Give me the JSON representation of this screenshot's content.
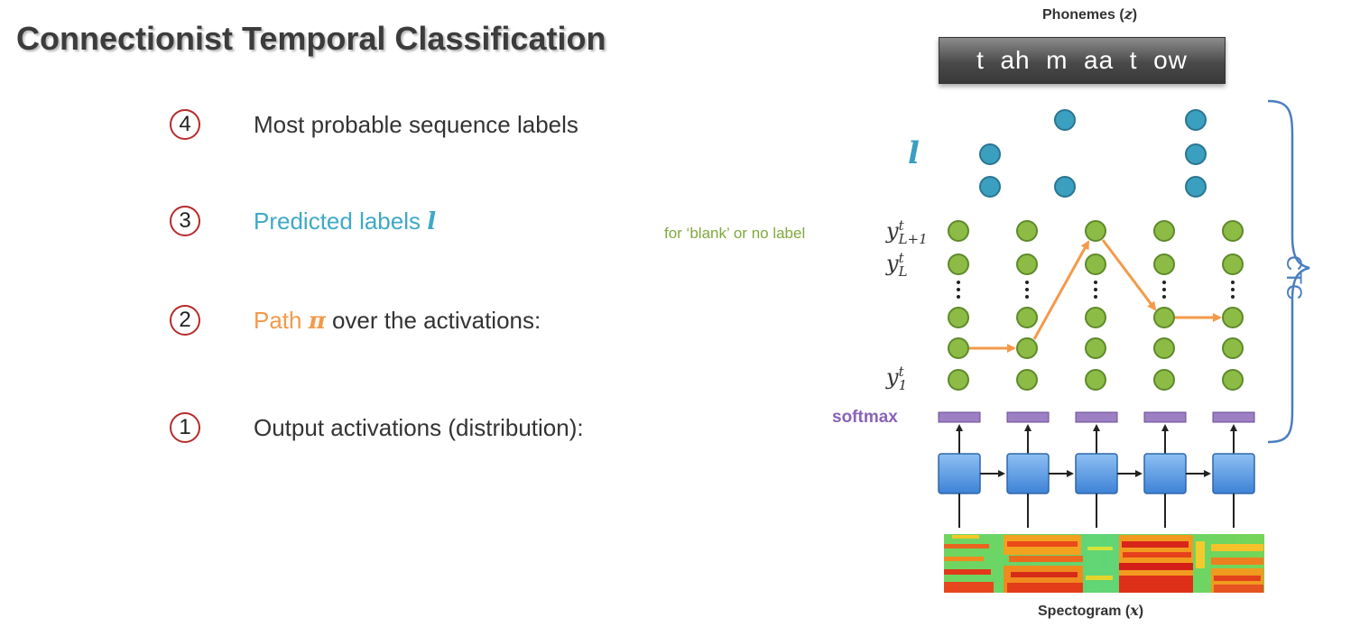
{
  "title": "Connectionist Temporal Classification",
  "steps": [
    {
      "number": "4",
      "text": "Most probable sequence labels",
      "color": "#333333"
    },
    {
      "number": "3",
      "text": "Predicted labels ",
      "math": "l",
      "color": "#3fa9c6"
    },
    {
      "number": "2",
      "text": "Path ",
      "math": "π",
      "suffix": " over the activations:",
      "color": "#f39a4a"
    },
    {
      "number": "1",
      "text": "Output activations (distribution):",
      "color": "#333333"
    }
  ],
  "diagram": {
    "phonemes_caption": "Phonemes (",
    "phonemes_var": "z",
    "phonemes_close": ")",
    "phonemes_sequence": "t  ah  m  aa  t  ow",
    "label_symbol": "l",
    "blank_note": "for ‘blank’ or no label",
    "y_top": {
      "base": "y",
      "sup": "t",
      "sub": "L+1"
    },
    "y_mid": {
      "base": "y",
      "sup": "t",
      "sub": "L"
    },
    "y_bottom": {
      "base": "y",
      "sup": "t",
      "sub": "1"
    },
    "softmax_label": "softmax",
    "ctc_label": "CTC",
    "spectrogram_caption": "Spectogram (",
    "spectrogram_var": "x",
    "spectrogram_close": ")",
    "colors": {
      "label_node": "#3b9fbf",
      "activation_node": "#8cbc45",
      "path": "#f39a4a",
      "softmax": "#9d7fc4",
      "rnn_cell": "#4a90e2",
      "brace": "#4a7ebf",
      "note": "#7fa93c",
      "predicted": "#3fa9c6"
    }
  }
}
